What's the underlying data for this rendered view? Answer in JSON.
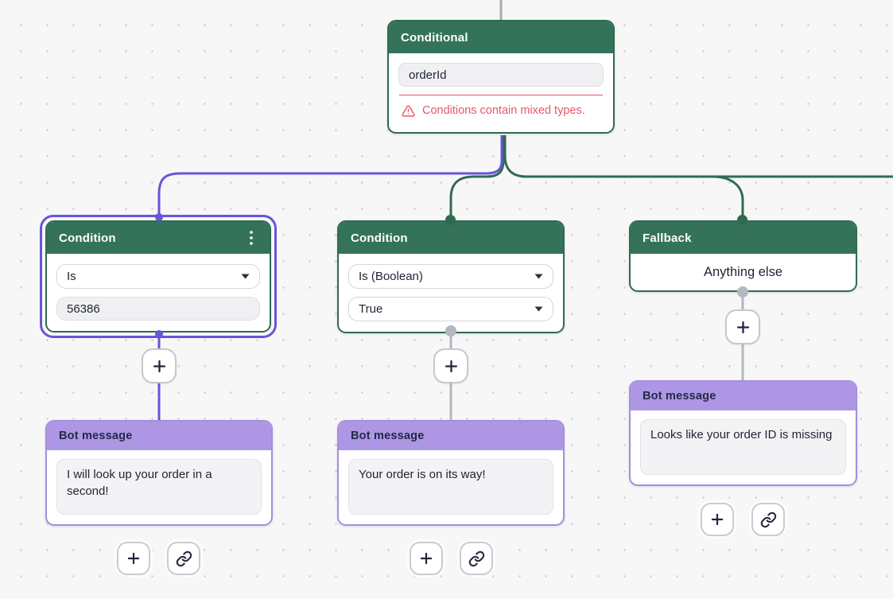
{
  "app": {
    "view": "chatbot-flow-builder-canvas"
  },
  "colors": {
    "node_green_header": "#34735A",
    "node_green_border": "#2E6B50",
    "bot_purple_header": "#AD97E4",
    "bot_purple_border": "#A78CE0",
    "selection_purple": "#6456D8",
    "edge_green": "#2E6B50",
    "edge_gray": "#AFB4BC",
    "warning_red": "#E8566B",
    "canvas_bg": "#f7f7f8"
  },
  "nodes": {
    "conditional": {
      "title": "Conditional",
      "input_value": "orderId",
      "warning_text": "Conditions contain mixed types."
    },
    "condition_left": {
      "title": "Condition",
      "operator": "Is",
      "value": "56386",
      "selected": "true"
    },
    "condition_middle": {
      "title": "Condition",
      "operator": "Is (Boolean)",
      "value": "True"
    },
    "fallback": {
      "title": "Fallback",
      "label": "Anything else"
    },
    "bot_message_left": {
      "title": "Bot message",
      "message": "I will look up your order in a second!"
    },
    "bot_message_middle": {
      "title": "Bot message",
      "message": "Your order is on its way!"
    },
    "bot_message_right": {
      "title": "Bot message",
      "message": "Looks like your order ID is missing"
    }
  },
  "icons": {
    "add": "plus-icon",
    "link": "link-icon",
    "warning": "alert-triangle-icon",
    "menu": "kebab-menu-icon",
    "dropdown_caret": "chevron-down-icon"
  },
  "connections": [
    {
      "from": "top-offscreen",
      "to": "conditional",
      "color": "gray"
    },
    {
      "from": "conditional",
      "to": "condition_left",
      "color": "purple"
    },
    {
      "from": "conditional",
      "to": "condition_middle",
      "color": "green"
    },
    {
      "from": "conditional",
      "to": "fallback",
      "color": "green"
    },
    {
      "from": "conditional",
      "to": "right-offscreen",
      "color": "green"
    },
    {
      "from": "condition_left",
      "to": "bot_message_left",
      "color": "purple"
    },
    {
      "from": "condition_middle",
      "to": "bot_message_middle",
      "color": "gray"
    },
    {
      "from": "fallback",
      "to": "bot_message_right",
      "color": "gray"
    }
  ]
}
